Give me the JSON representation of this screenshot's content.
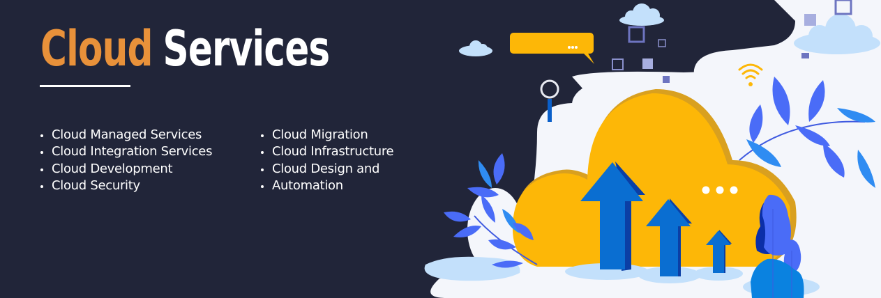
{
  "banner": {
    "title": {
      "word1": "Cloud",
      "word2": "Services"
    },
    "colors": {
      "background": "#212539",
      "accent_orange": "#E8913A",
      "cloud_yellow": "#FDB707",
      "arrow_blue": "#0A6ED1",
      "leaf_blue": "#4A6CF7",
      "light_panel": "#F4F6FB",
      "light_cloud": "#C3E0FB",
      "square_purple": "#6D74C0"
    },
    "services_col1": [
      "Cloud Managed Services",
      "Cloud Integration Services",
      "Cloud Development",
      "Cloud Security"
    ],
    "services_col2": [
      "Cloud Migration",
      "Cloud Infrastructure",
      "Cloud Design and",
      "Automation"
    ],
    "illustration": {
      "icons": [
        "cloud-icon",
        "speech-bubble-icon",
        "magnifier-icon",
        "wifi-icon",
        "upload-arrow-icon",
        "leaf-icon",
        "bush-icon",
        "square-icon"
      ],
      "speech_bubble_text": "...",
      "cloud_dots": "..."
    }
  }
}
